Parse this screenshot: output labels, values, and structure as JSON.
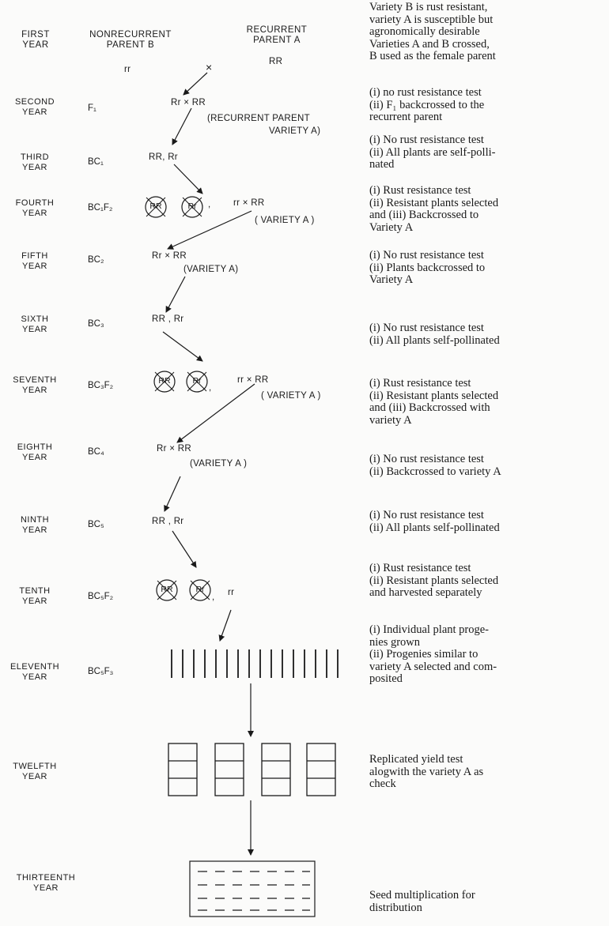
{
  "headers": {
    "col1": [
      "FIRST",
      "YEAR"
    ],
    "col2": [
      "NONRECURRENT",
      "PARENT B"
    ],
    "col3": [
      "RECURRENT",
      "PARENT A"
    ]
  },
  "years": [
    [
      "SECOND",
      "YEAR"
    ],
    [
      "THIRD",
      "YEAR"
    ],
    [
      "FOURTH",
      "YEAR"
    ],
    [
      "FIFTH",
      "YEAR"
    ],
    [
      "SIXTH",
      "YEAR"
    ],
    [
      "SEVENTH",
      "YEAR"
    ],
    [
      "EIGHTH",
      "YEAR"
    ],
    [
      "NINTH",
      "YEAR"
    ],
    [
      "TENTH",
      "YEAR"
    ],
    [
      "ELEVENTH",
      "YEAR"
    ],
    [
      "TWELFTH",
      "YEAR"
    ],
    [
      "THIRTEENTH",
      "YEAR"
    ]
  ],
  "generations": [
    "F₁",
    "BC₁",
    "BC₁F₂",
    "BC₂",
    "BC₃",
    "BC₃F₂",
    "BC₄",
    "BC₅",
    "BC₅F₂",
    "BC₅F₃"
  ],
  "crosses": {
    "y1_b": "rr",
    "y1_a": "RR",
    "y1_x": "×",
    "y2": "Rr × RR",
    "y2_note1": "(RECURRENT PARENT",
    "y2_note2": "VARIETY  A)",
    "y3": "RR, Rr",
    "y4_comma": ",",
    "y4_cross": "rr × RR",
    "y4_var": "( VARIETY  A )",
    "y5": "Rr  ×  RR",
    "y5_var": "(VARIETY   A)",
    "y6": "RR  ,  Rr",
    "y7_comma": ",",
    "y7_cross": "rr   ×   RR",
    "y7_var": "( VARIETY  A )",
    "y8": "Rr  ×  RR",
    "y8_var": "(VARIETY  A )",
    "y9": "RR  ,  Rr",
    "y10_comma": ",",
    "y10_rr": "rr",
    "circles": {
      "RR": "RR",
      "Rr": "Rr"
    }
  },
  "notes": {
    "n1": [
      "Variety B  is rust resistant,",
      "variety A  is susceptible but",
      "agronomically desirable",
      "Varieties A and B  crossed,",
      "B used as the female parent"
    ],
    "n2": [
      "(i) no rust resistance test",
      "(ii) F₁ backcrossed to  the",
      "recurrent parent"
    ],
    "n3": [
      "(i) No rust resistance test",
      "(ii) All plants are self-polli-",
      "nated"
    ],
    "n4": [
      "(i) Rust resistance test",
      "(ii) Resistant plants selected",
      "and (iii)  Backcrossed  to",
      "Variety A"
    ],
    "n5": [
      "(i) No rust resistance test",
      "(ii) Plants  backcrossed  to",
      "Variety A"
    ],
    "n6": [
      "(i) No rust resistance test",
      "(ii) All plants self-pollinated"
    ],
    "n7": [
      "(i) Rust resistance test",
      "(ii) Resistant plants selected",
      "and (iii)  Backcrossed  with",
      "variety A"
    ],
    "n8": [
      "(i) No rust resistance test",
      "(ii) Backcrossed to variety A"
    ],
    "n9": [
      "(i) No rust resistance test",
      "(ii) All plants  self-pollinated"
    ],
    "n10": [
      "(i) Rust resistance test",
      "(ii) Resistant plants selected",
      "and harvested separately"
    ],
    "n11": [
      "(i) Individual plant proge-",
      "nies grown",
      "(ii) Progenies   similar   to",
      "variety A selected and com-",
      "posited"
    ],
    "n12": [
      "Replicated     yield     test",
      "alogwith the variety A as",
      "check"
    ],
    "n13": [
      "Seed     multiplication   for",
      "distribution"
    ]
  }
}
